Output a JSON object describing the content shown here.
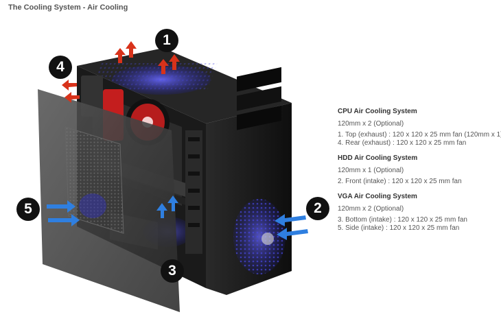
{
  "header": {
    "title": "The Cooling System - Air Cooling"
  },
  "figure": {
    "callouts": [
      "1",
      "2",
      "3",
      "4",
      "5"
    ]
  },
  "sections": [
    {
      "title": "CPU Air Cooling System",
      "summary": "120mm x 2 (Optional)",
      "items": [
        "1. Top (exhaust) : 120 x 120 x 25 mm fan (120mm x 1)",
        "4. Rear (exhaust) : 120 x 120 x 25 mm fan"
      ]
    },
    {
      "title": "HDD Air Cooling System",
      "summary": "120mm x 1 (Optional)",
      "items": [
        "2. Front (intake) : 120 x 120 x 25 mm fan"
      ]
    },
    {
      "title": "VGA Air Cooling System",
      "summary": "120mm x 2 (Optional)",
      "items": [
        "3. Bottom (intake) : 120 x 120 x 25 mm fan",
        "5. Side (intake) : 120 x 120 x 25 mm fan"
      ]
    }
  ],
  "colors": {
    "exhaust_arrow": "#d8321a",
    "intake_arrow": "#2f7fe0",
    "fan_glow": "#3a3ad8",
    "cpu_cooler": "#d42020",
    "case_body": "#1c1c1c",
    "side_panel": "#3a3a3a"
  },
  "icons": {
    "exhaust": "red-airflow-arrow-icon",
    "intake": "blue-airflow-arrow-icon"
  }
}
